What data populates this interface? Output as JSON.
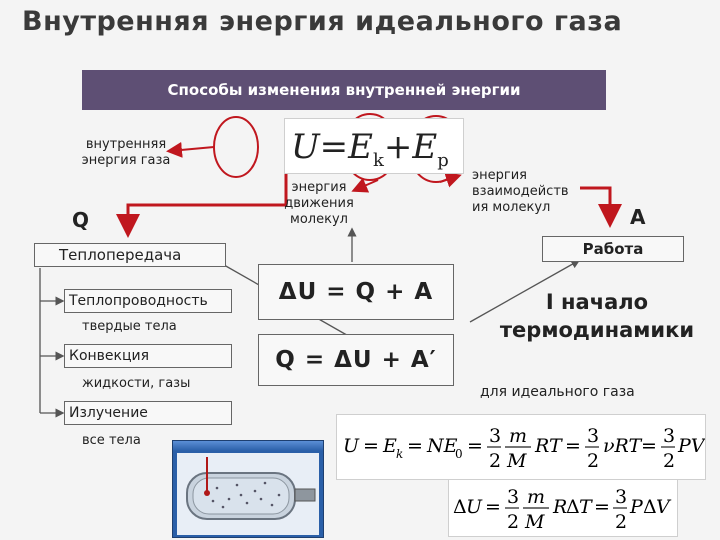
{
  "title": "Внутренняя энергия идеального газа",
  "banner": "Способы изменения внутренней энергии",
  "labels": {
    "internal_energy_1": "внутренняя",
    "internal_energy_2": "энергия газа",
    "motion_energy_1": "энергия",
    "motion_energy_2": "движения",
    "motion_energy_3": "молекул",
    "interaction_energy_1": "энергия",
    "interaction_energy_2": "взаимодейств",
    "interaction_energy_3": "ия молекул",
    "Q": "Q",
    "A": "A",
    "heat_transfer": "Теплопередача",
    "work": "Работа",
    "conduction": "Теплопроводность",
    "conduction_sub": "твердые тела",
    "convection": "Конвекция",
    "convection_sub": "жидкости, газы",
    "radiation": "Излучение",
    "radiation_sub": "все тела",
    "first_law_1": "I начало",
    "first_law_2": "термодинамики",
    "ideal_gas": "для идеального газа",
    "eq1": "ΔU = Q + A",
    "eq2": "Q = ΔU + A′"
  },
  "formula_main": {
    "U": "U",
    "eq": "=",
    "Ek": "E",
    "k": "k",
    "plus": "+",
    "Ep": "E",
    "p": "p"
  },
  "colors": {
    "banner": "#5e4f74",
    "arrow_red": "#c0171e",
    "circle_red": "#c0171e",
    "line_gray": "#555555"
  }
}
